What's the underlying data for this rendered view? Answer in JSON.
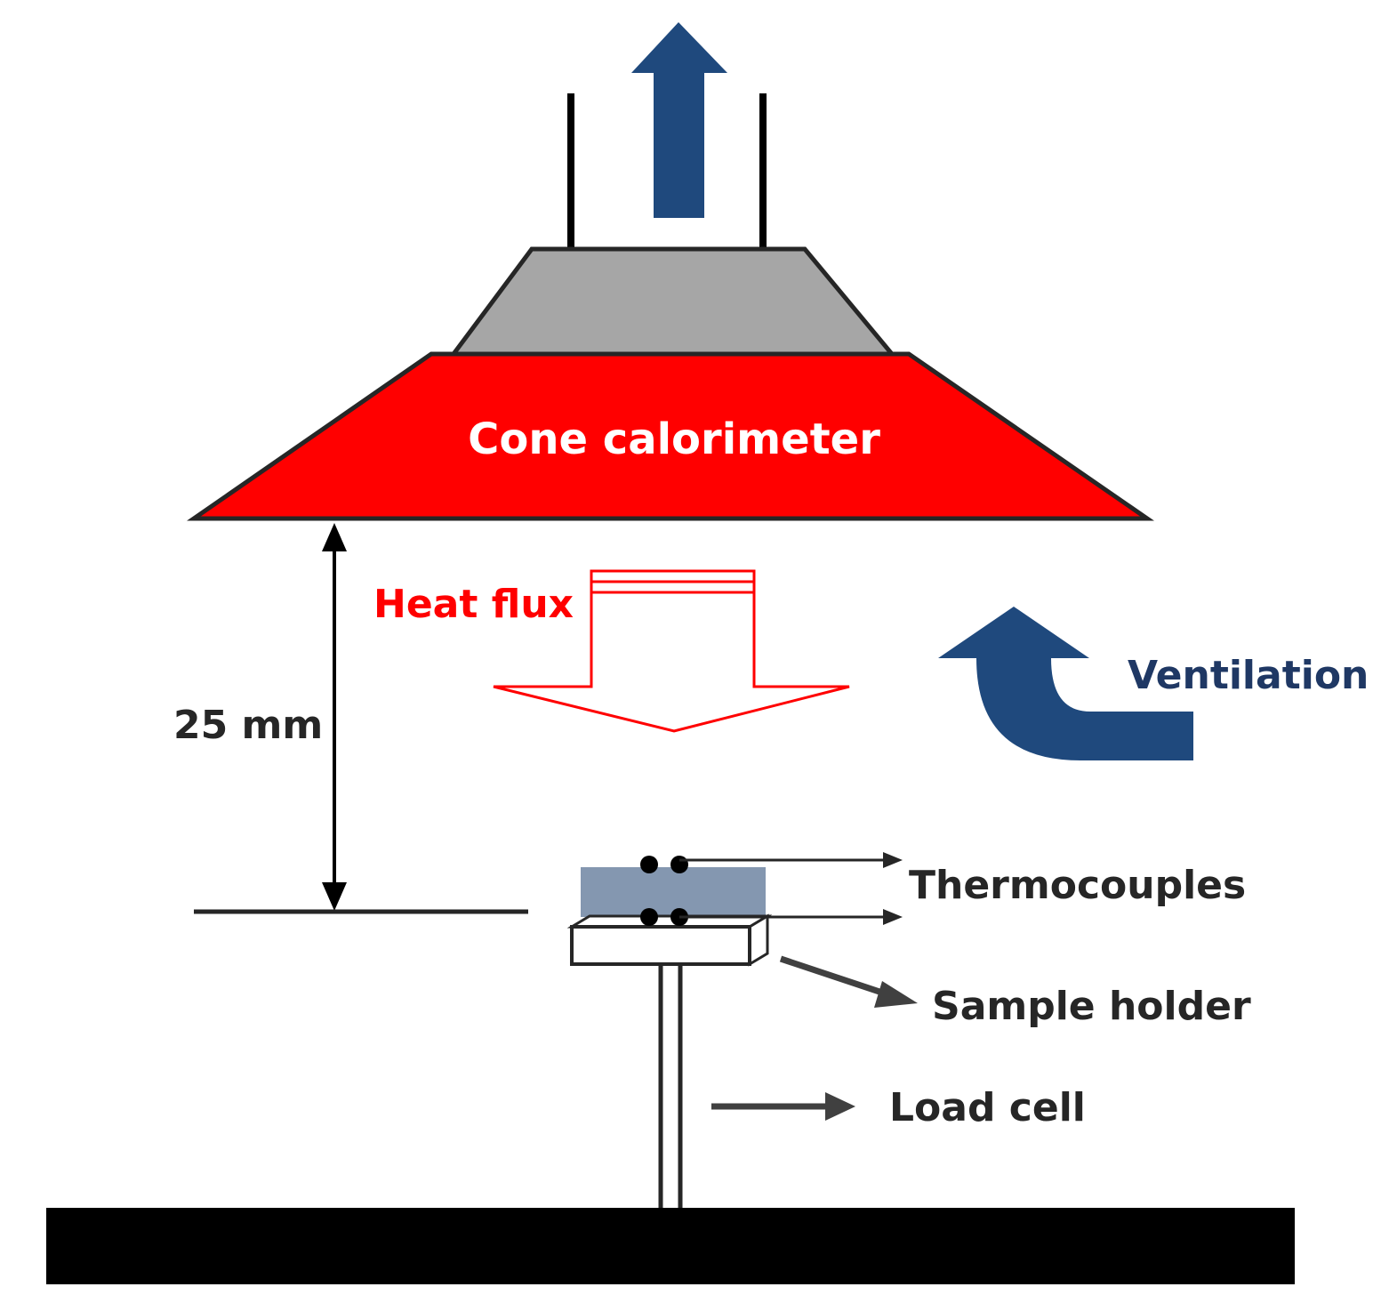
{
  "labels": {
    "cone": "Cone calorimeter",
    "heat_flux": "Heat flux",
    "ventilation": "Ventilation",
    "distance": "25 mm",
    "thermocouples": "Thermocouples",
    "sample_holder": "Sample holder",
    "load_cell": "Load cell"
  },
  "colors": {
    "cone_red": "#ff0000",
    "hood_gray": "#a6a6a6",
    "arrow_blue": "#1f497d",
    "sample_blue": "#8497b0",
    "heat_flux_red": "#ff0000",
    "text_dark": "#262626",
    "base_black": "#000000"
  }
}
